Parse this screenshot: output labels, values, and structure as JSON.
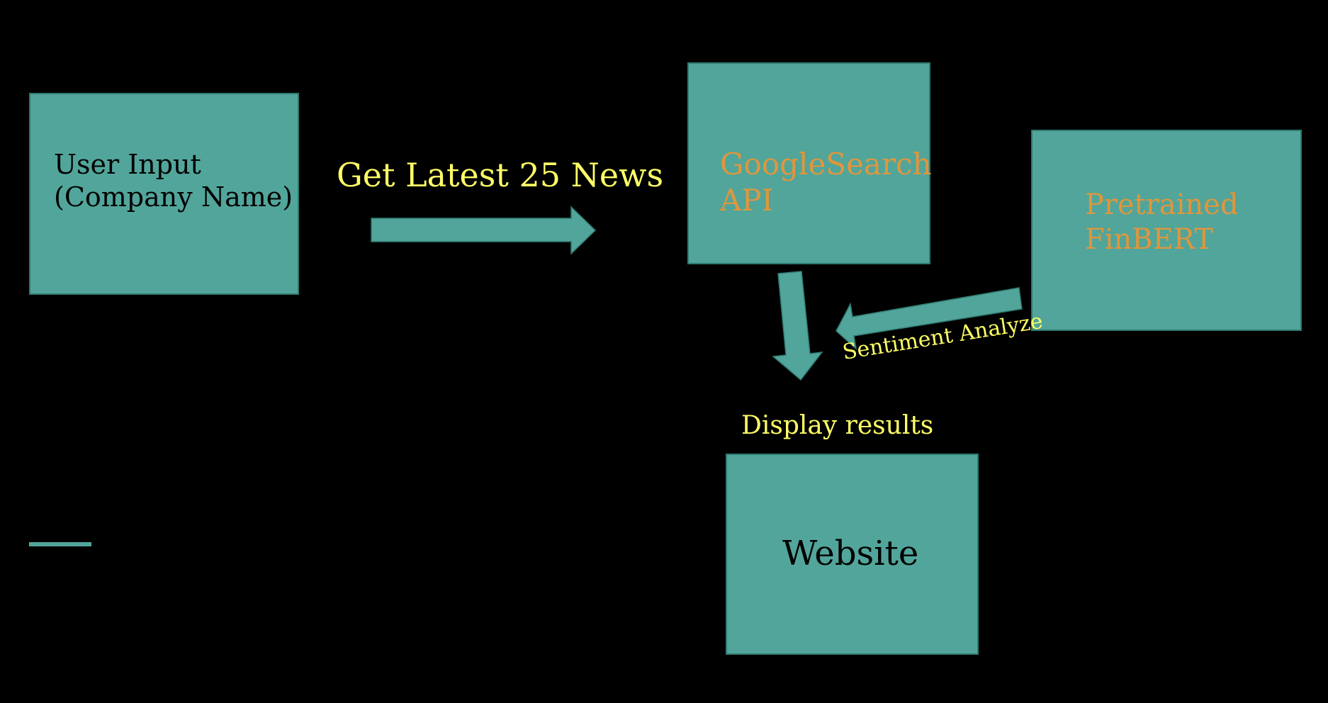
{
  "colors": {
    "background": "#000000",
    "box_fill": "#52a59a",
    "box_border": "#2f7a70",
    "dark_text": "#000000",
    "orange_text": "#e0963c",
    "yellow_text": "#ffff66"
  },
  "nodes": {
    "user_input": {
      "lines": [
        "User Input",
        "(Company Name)"
      ]
    },
    "google_search": {
      "lines": [
        "GoogleSearch",
        "API"
      ]
    },
    "finbert": {
      "lines": [
        "Pretrained",
        "FinBERT"
      ]
    },
    "website": {
      "lines": [
        "Website"
      ]
    }
  },
  "edge_labels": {
    "get_news": "Get Latest 25 News",
    "sentiment": "Sentiment Analyze",
    "display": "Display results"
  }
}
